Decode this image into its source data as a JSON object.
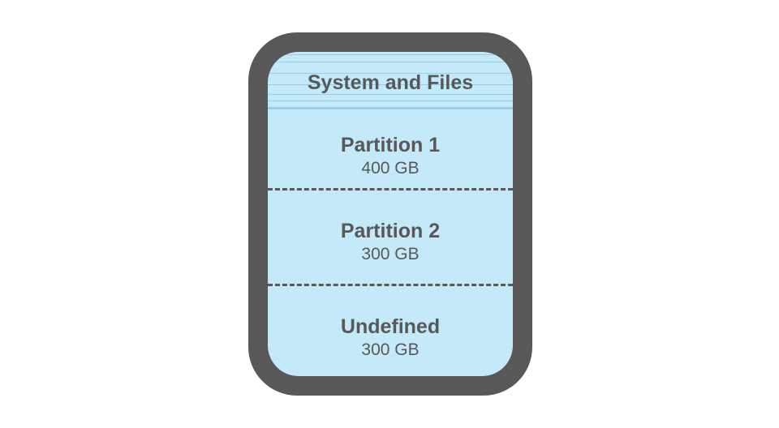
{
  "disk": {
    "system": {
      "label": "System and Files"
    },
    "partitions": [
      {
        "label": "Partition 1",
        "size": "400 GB"
      },
      {
        "label": "Partition 2",
        "size": "300 GB"
      },
      {
        "label": "Undefined",
        "size": "300 GB"
      }
    ]
  },
  "colors": {
    "casing": "#595858",
    "disk_fill": "#c4eafa",
    "stripe": "#9ccde0",
    "text": "#595858"
  }
}
